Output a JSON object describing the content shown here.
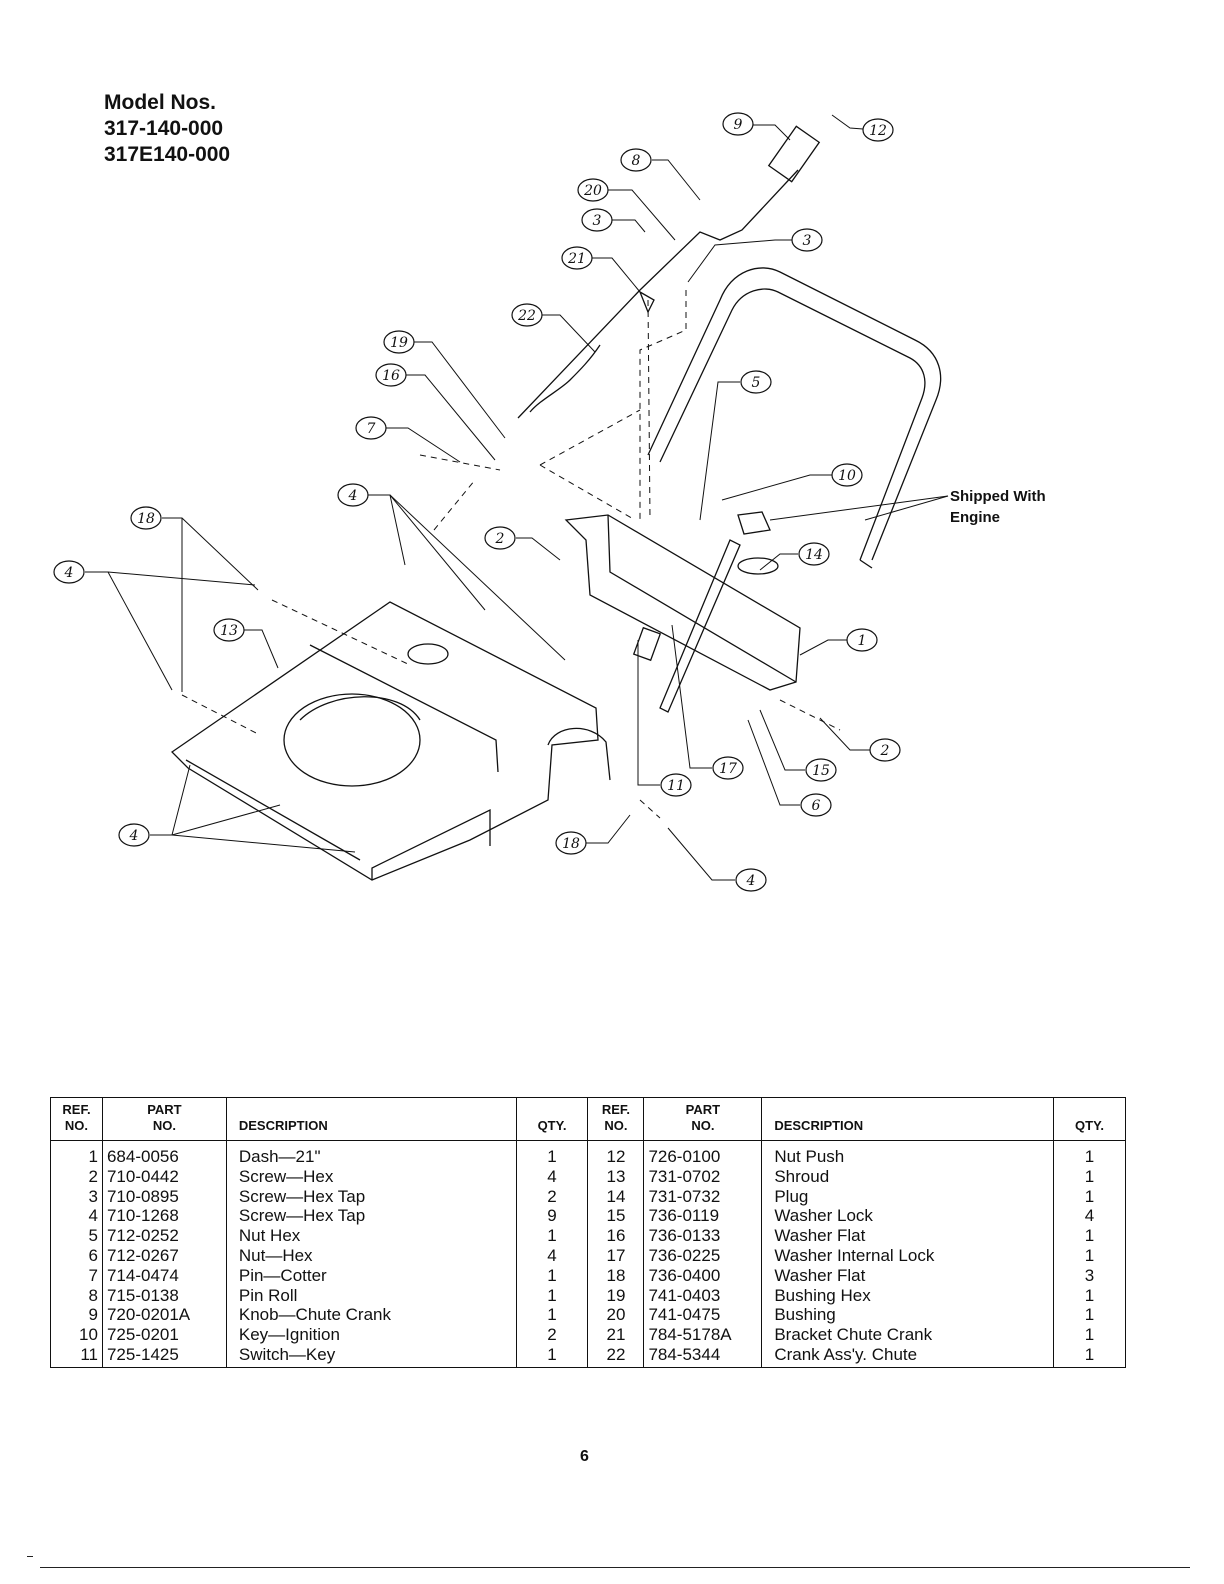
{
  "model": {
    "heading": "Model Nos.",
    "numbers": [
      "317-140-000",
      "317E140-000"
    ]
  },
  "shipped_note": {
    "line1": "Shipped With",
    "line2": "Engine"
  },
  "callouts": [
    "1",
    "2",
    "3",
    "4",
    "5",
    "6",
    "7",
    "8",
    "9",
    "10",
    "11",
    "12",
    "13",
    "14",
    "15",
    "16",
    "17",
    "18",
    "19",
    "20",
    "21",
    "22"
  ],
  "table": {
    "headers": {
      "ref_line1": "REF.",
      "ref_line2": "NO.",
      "part_line1": "PART",
      "part_line2": "NO.",
      "description": "DESCRIPTION",
      "qty": "QTY.",
      "qty_right": "QTY."
    },
    "rows": [
      {
        "l_ref": "1",
        "l_part": "684-0056",
        "l_desc": "Dash—21\"",
        "l_qty": "1",
        "r_ref": "12",
        "r_part": "726-0100",
        "r_desc": "Nut Push",
        "r_qty": "1"
      },
      {
        "l_ref": "2",
        "l_part": "710-0442",
        "l_desc": "Screw—Hex",
        "l_qty": "4",
        "r_ref": "13",
        "r_part": "731-0702",
        "r_desc": "Shroud",
        "r_qty": "1"
      },
      {
        "l_ref": "3",
        "l_part": "710-0895",
        "l_desc": "Screw—Hex Tap",
        "l_qty": "2",
        "r_ref": "14",
        "r_part": "731-0732",
        "r_desc": "Plug",
        "r_qty": "1"
      },
      {
        "l_ref": "4",
        "l_part": "710-1268",
        "l_desc": "Screw—Hex Tap",
        "l_qty": "9",
        "r_ref": "15",
        "r_part": "736-0119",
        "r_desc": "Washer Lock",
        "r_qty": "4"
      },
      {
        "l_ref": "5",
        "l_part": "712-0252",
        "l_desc": "Nut Hex",
        "l_qty": "1",
        "r_ref": "16",
        "r_part": "736-0133",
        "r_desc": "Washer Flat",
        "r_qty": "1"
      },
      {
        "l_ref": "6",
        "l_part": "712-0267",
        "l_desc": "Nut—Hex",
        "l_qty": "4",
        "r_ref": "17",
        "r_part": "736-0225",
        "r_desc": "Washer Internal Lock",
        "r_qty": "1"
      },
      {
        "l_ref": "7",
        "l_part": "714-0474",
        "l_desc": "Pin—Cotter",
        "l_qty": "1",
        "r_ref": "18",
        "r_part": "736-0400",
        "r_desc": "Washer Flat",
        "r_qty": "3"
      },
      {
        "l_ref": "8",
        "l_part": "715-0138",
        "l_desc": "Pin Roll",
        "l_qty": "1",
        "r_ref": "19",
        "r_part": "741-0403",
        "r_desc": "Bushing Hex",
        "r_qty": "1"
      },
      {
        "l_ref": "9",
        "l_part": "720-0201A",
        "l_desc": "Knob—Chute Crank",
        "l_qty": "1",
        "r_ref": "20",
        "r_part": "741-0475",
        "r_desc": "Bushing",
        "r_qty": "1"
      },
      {
        "l_ref": "10",
        "l_part": "725-0201",
        "l_desc": "Key—Ignition",
        "l_qty": "2",
        "r_ref": "21",
        "r_part": "784-5178A",
        "r_desc": "Bracket Chute Crank",
        "r_qty": "1"
      },
      {
        "l_ref": "11",
        "l_part": "725-1425",
        "l_desc": "Switch—Key",
        "l_qty": "1",
        "r_ref": "22",
        "r_part": "784-5344",
        "r_desc": "Crank Ass'y. Chute",
        "r_qty": "1"
      }
    ]
  },
  "page_number": "6"
}
